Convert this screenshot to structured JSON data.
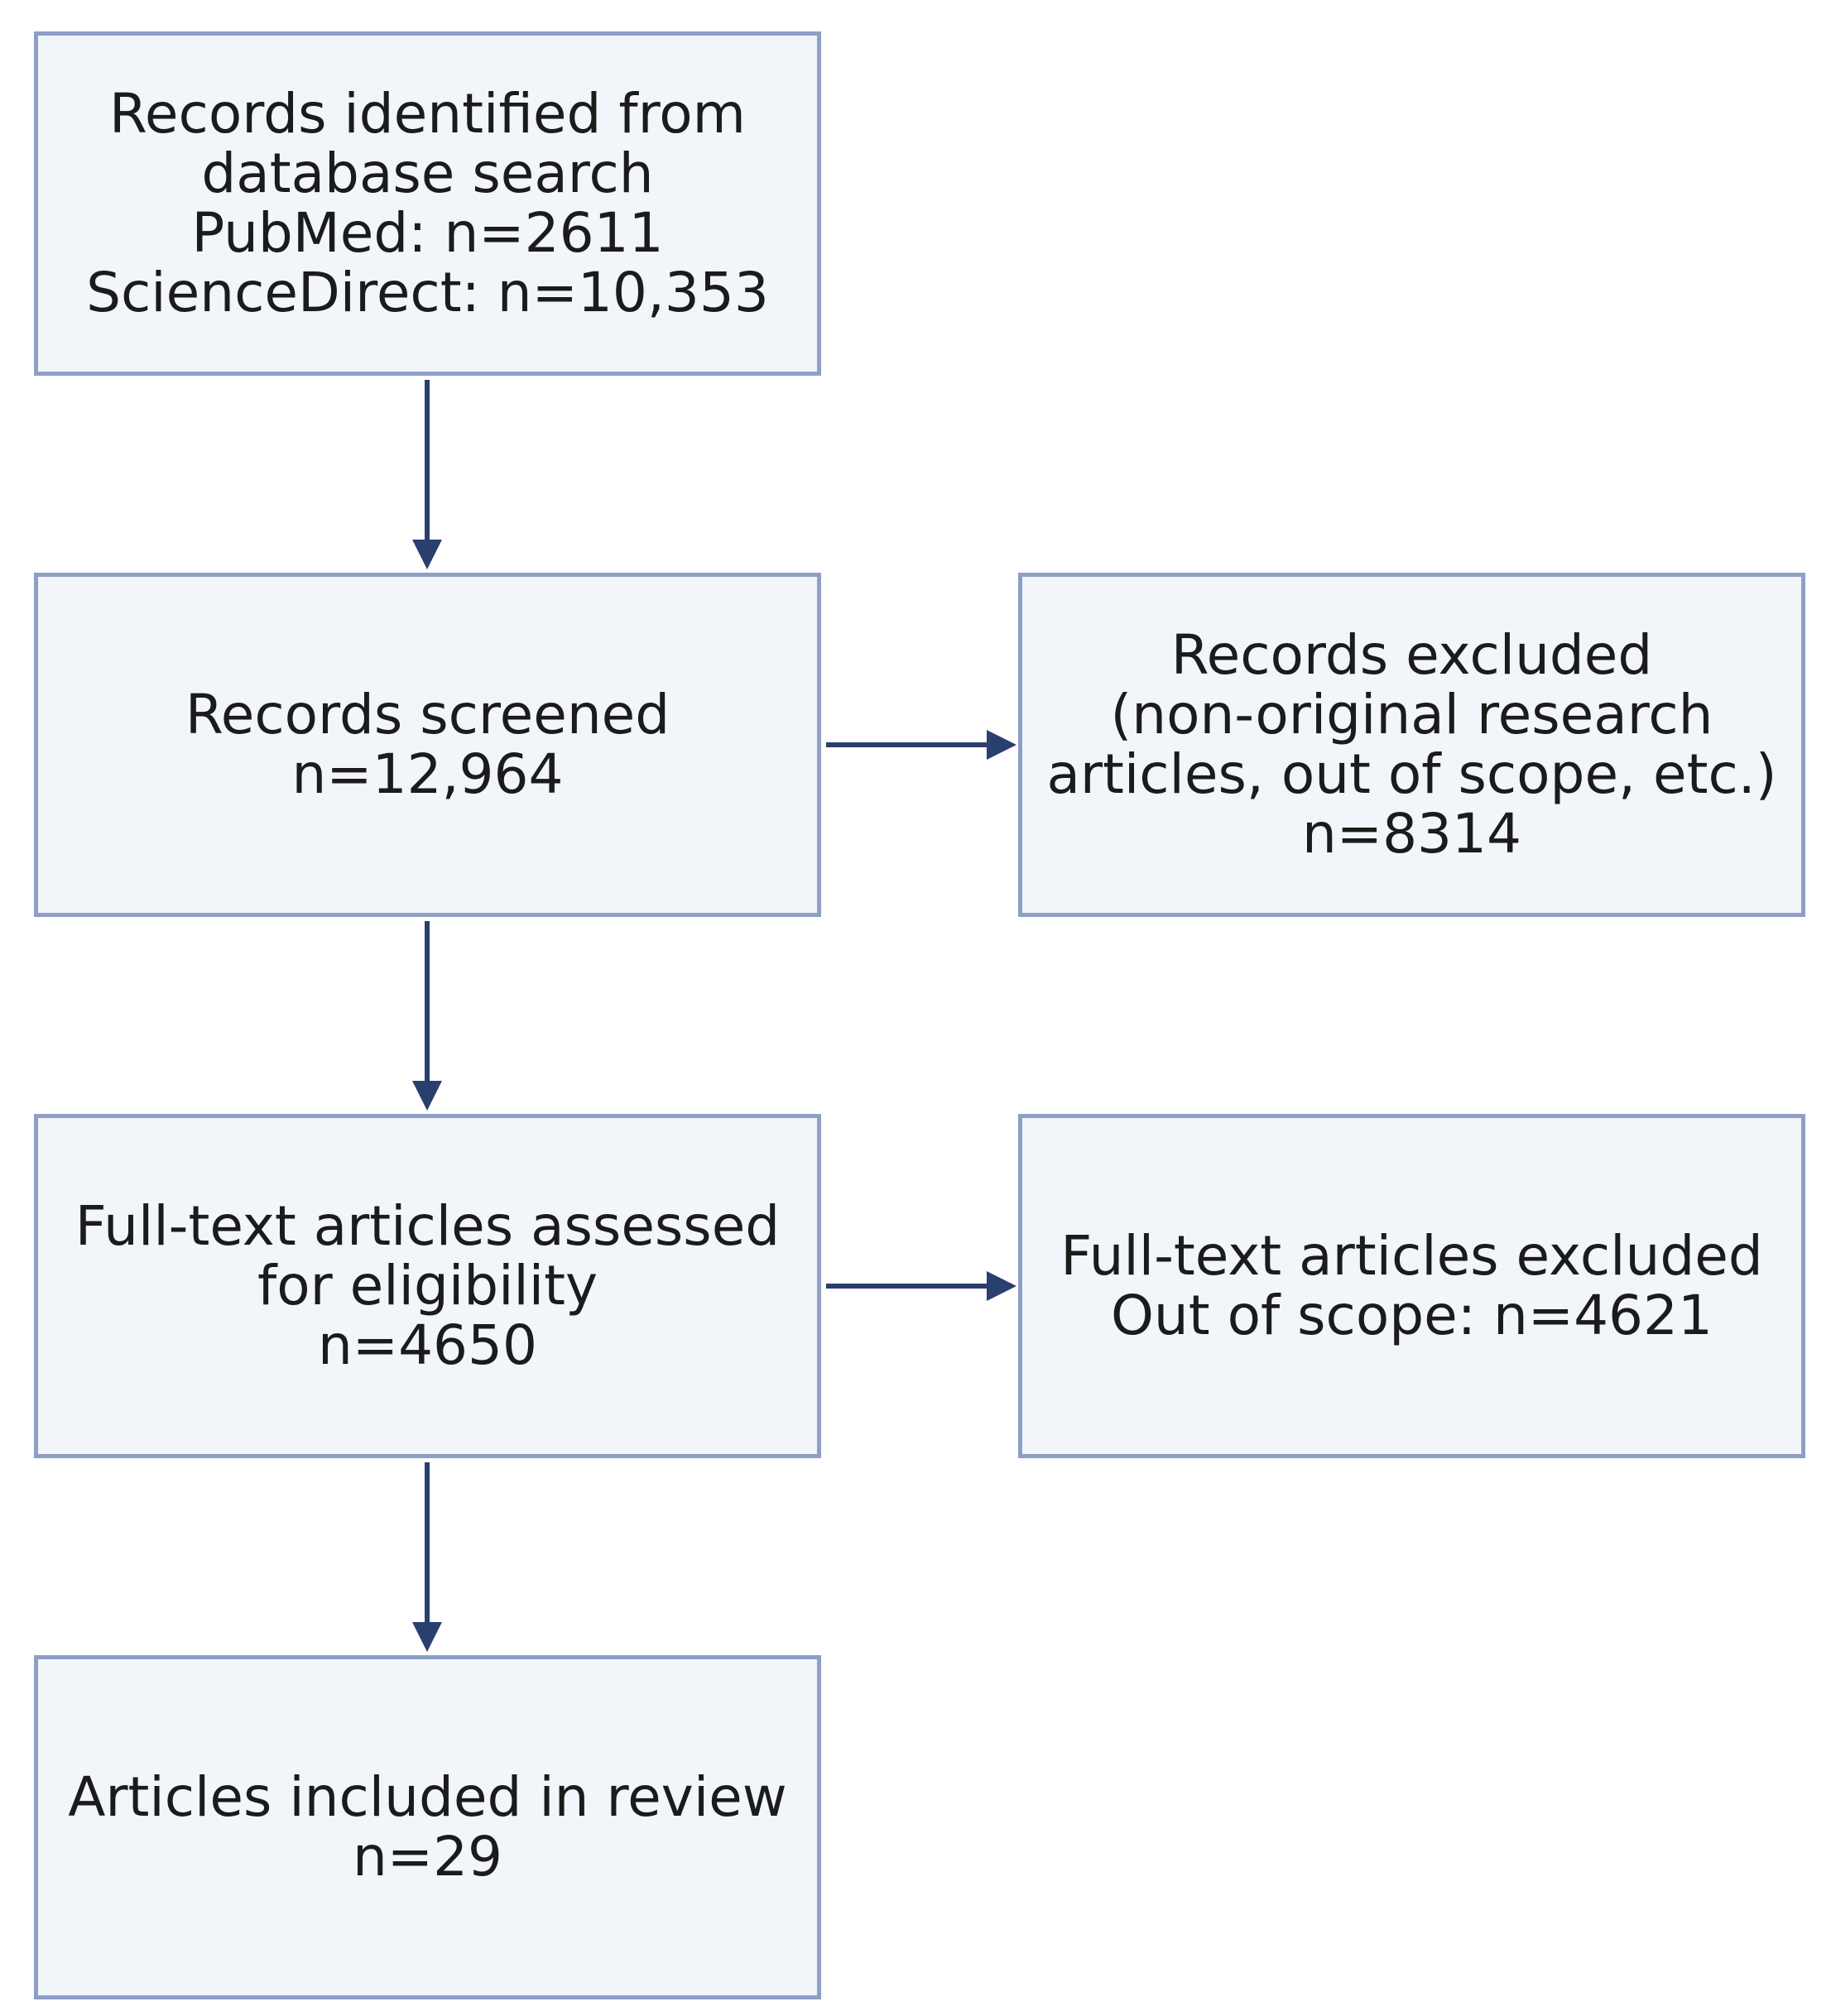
{
  "nodes": [
    {
      "id": "identified",
      "lines": [
        "Records identified from",
        "database search",
        "PubMed: n=2611",
        "ScienceDirect: n=10,353"
      ]
    },
    {
      "id": "screened",
      "lines": [
        "Records screened",
        "n=12,964"
      ]
    },
    {
      "id": "excluded",
      "lines": [
        "Records excluded",
        "(non-original research",
        "articles, out of scope, etc.)",
        "n=8314"
      ]
    },
    {
      "id": "fulltext",
      "lines": [
        "Full-text articles assessed",
        "for eligibility",
        "n=4650"
      ]
    },
    {
      "id": "fulltext_excluded",
      "lines": [
        "Full-text articles excluded",
        "Out of scope: n=4621"
      ]
    },
    {
      "id": "included",
      "lines": [
        "Articles included in review",
        "n=29"
      ]
    }
  ],
  "colors": {
    "box_fill": "#f2f5fa",
    "box_border": "#8e9fc6",
    "arrow": "#2a3f6e",
    "text": "#1b1b1b"
  }
}
